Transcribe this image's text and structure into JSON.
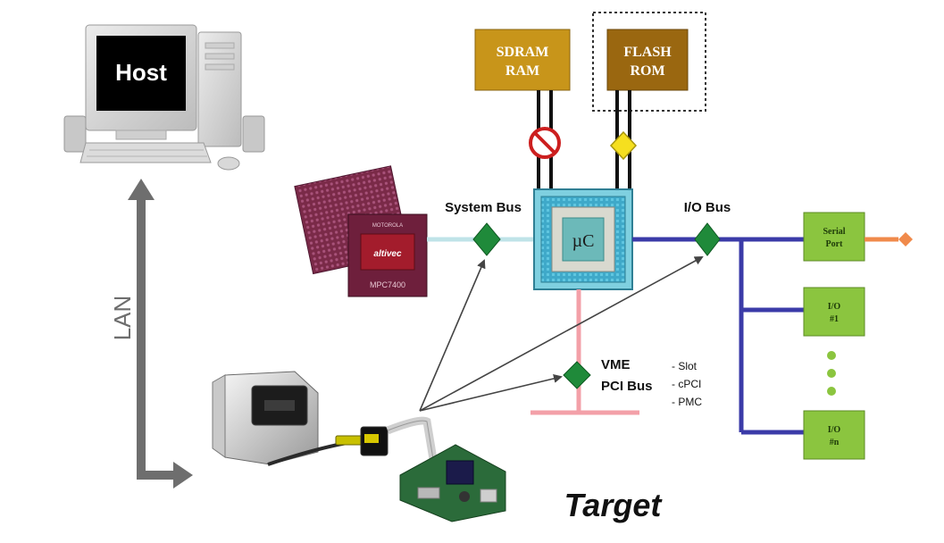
{
  "host": {
    "label": "Host"
  },
  "lan": {
    "label": "LAN"
  },
  "memory": {
    "sdram": {
      "line1": "SDRAM",
      "line2": "RAM"
    },
    "flash": {
      "line1": "FLASH",
      "line2": "ROM"
    }
  },
  "cpu_chip": {
    "brand": "MOTOROLA",
    "logo": "altivec",
    "model": "MPC7400"
  },
  "buses": {
    "system": "System Bus",
    "io": "I/O Bus",
    "vme_line1": "VME",
    "vme_line2": "PCI Bus"
  },
  "microcontroller": {
    "label": "µC"
  },
  "bus_options": [
    "- Slot",
    "- cPCI",
    "- PMC"
  ],
  "io_devices": {
    "serial": {
      "line1": "Serial",
      "line2": "Port"
    },
    "io1": {
      "line1": "I/O",
      "line2": "#1"
    },
    "ion": {
      "line1": "I/O",
      "line2": "#n"
    }
  },
  "target": {
    "label": "Target"
  },
  "colors": {
    "memory_box": "#c8951a",
    "flash_box": "#9a6710",
    "io_box": "#8bc53f",
    "diamond": "#1f8a3a",
    "system_bus": "#bfe3e8",
    "io_bus": "#3b3ba8",
    "pci_bus": "#f3a0a8",
    "serial_out": "#f08a4b",
    "lan_arrow": "#6e6e6e"
  }
}
